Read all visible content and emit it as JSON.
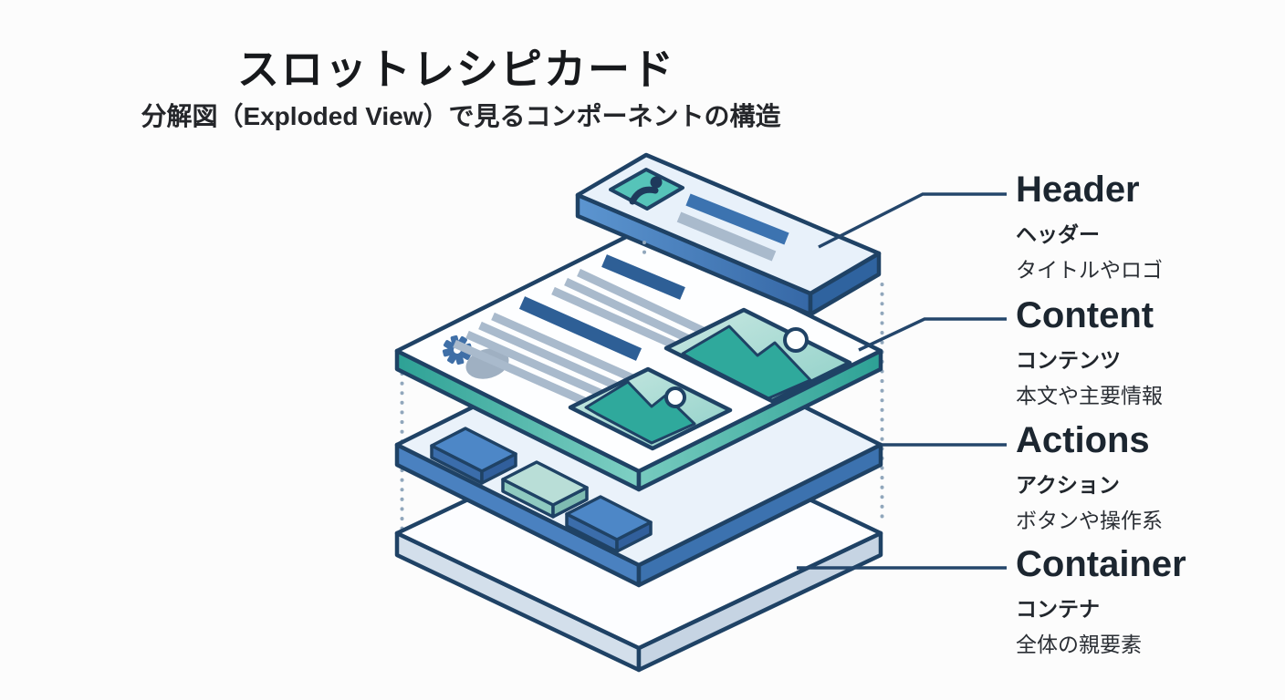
{
  "title": "スロットレシピカード",
  "subtitle": "分解図（Exploded View）で見るコンポーネントの構造",
  "callouts": [
    {
      "id": "header",
      "en": "Header",
      "ja": "ヘッダー",
      "desc": "タイトルやロゴ"
    },
    {
      "id": "content",
      "en": "Content",
      "ja": "コンテンツ",
      "desc": "本文や主要情報"
    },
    {
      "id": "actions",
      "en": "Actions",
      "ja": "アクション",
      "desc": "ボタンや操作系"
    },
    {
      "id": "container",
      "en": "Container",
      "ja": "コンテナ",
      "desc": "全体の親要素"
    }
  ],
  "diagram": {
    "type": "exploded-view-layer-stack",
    "layers_top_to_bottom": [
      "Header",
      "Content",
      "Actions",
      "Container"
    ],
    "icons": [
      "user-avatar-icon",
      "gear-icon",
      "image-placeholder-icon",
      "text-line-placeholder",
      "button-block"
    ],
    "colors": {
      "outline": "#1f4265",
      "leader_line": "#24466b",
      "guide_dots": "#91a7bc",
      "header_top": "#e8f1fa",
      "header_side_blue": "#4a84c4",
      "avatar_teal": "#56c4b9",
      "content_top": "#fdfeff",
      "content_side_teal": "#3db3a6",
      "image_teal_light": "#b7e0da",
      "image_teal_dark": "#2fa99c",
      "actions_top": "#eaf2fa",
      "actions_side_blue": "#4a81c0",
      "button_blue": "#4d87c7",
      "button_teal": "#b9ded7",
      "container_top": "#fcfdff",
      "container_side_gray": "#cfdce9",
      "title_bar_blue": "#2e5f96",
      "text_line_gray": "#a9bacc",
      "label_text": "#1c2630"
    }
  }
}
